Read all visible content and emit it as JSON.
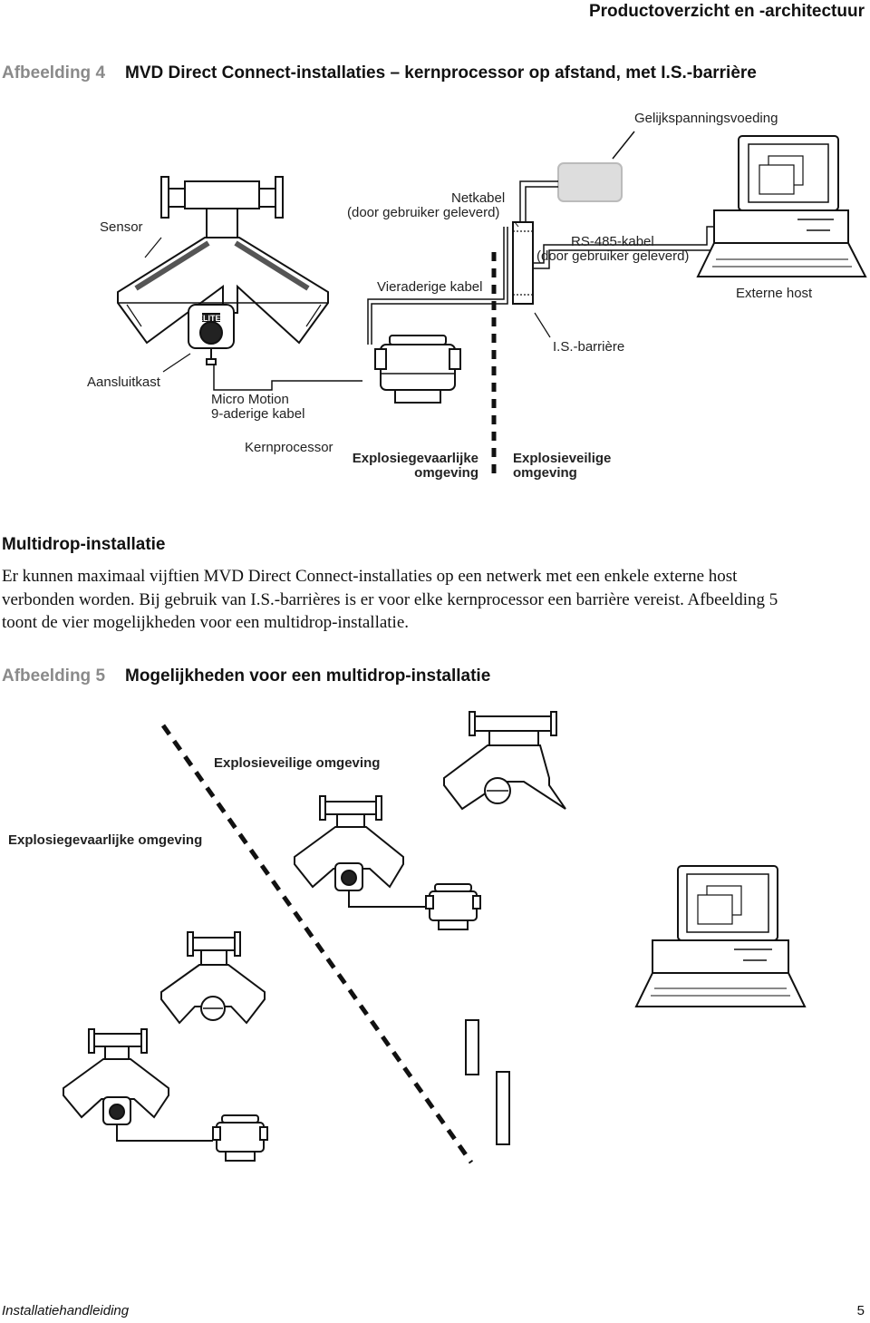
{
  "header": {
    "title": "Productoverzicht en -architectuur"
  },
  "figure4": {
    "number": "Afbeelding 4",
    "title": "MVD Direct Connect-installaties – kernprocessor op afstand, met I.S.-barrière",
    "labels": {
      "power": "Gelijkspanningsvoeding",
      "sensor": "Sensor",
      "netkabel_1": "Netkabel",
      "netkabel_2": "(door gebruiker geleverd)",
      "rs485_1": "RS-485-kabel",
      "rs485_2": "(door gebruiker geleverd)",
      "vieraderig": "Vieraderige kabel",
      "host": "Externe host",
      "barrier": "I.S.-barrière",
      "junction": "Aansluitkast",
      "micro_1": "Micro Motion",
      "micro_2": "9-aderige kabel",
      "core": "Kernprocessor",
      "hazard_1": "Explosiegevaarlijke",
      "hazard_2": "omgeving",
      "safe_1": "Explosieveilige",
      "safe_2": "omgeving",
      "badge": "ELITE"
    }
  },
  "section": {
    "heading": "Multidrop-installatie",
    "line1": "Er kunnen maximaal vijftien MVD Direct Connect-installaties op een netwerk met een enkele externe host",
    "line2": "verbonden worden. Bij gebruik van I.S.-barrières is er voor elke kernprocessor een barrière vereist. Afbeelding 5",
    "line3": "toont de vier mogelijkheden voor een multidrop-installatie."
  },
  "figure5": {
    "number": "Afbeelding 5",
    "title": "Mogelijkheden voor een multidrop-installatie",
    "labels": {
      "safe": "Explosieveilige omgeving",
      "hazard": "Explosiegevaarlijke omgeving"
    }
  },
  "footer": {
    "left": "Installatiehandleiding",
    "page": "5"
  }
}
